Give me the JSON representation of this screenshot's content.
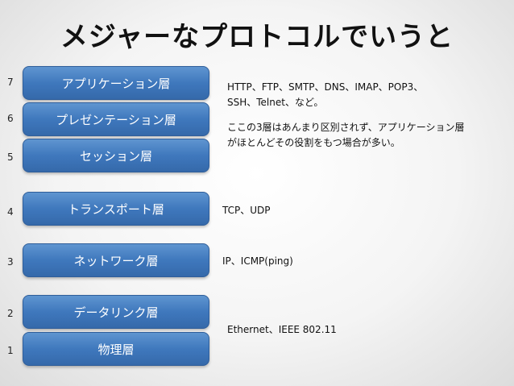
{
  "title": "メジャーなプロトコルでいうと",
  "layers": [
    {
      "num": "7",
      "name": "アプリケーション層"
    },
    {
      "num": "6",
      "name": "プレゼンテーション層"
    },
    {
      "num": "5",
      "name": "セッション層"
    },
    {
      "num": "4",
      "name": "トランスポート層"
    },
    {
      "num": "3",
      "name": "ネットワーク層"
    },
    {
      "num": "2",
      "name": "データリンク層"
    },
    {
      "num": "1",
      "name": "物理層"
    }
  ],
  "notes": {
    "upper_line1": "HTTP、FTP、SMTP、DNS、IMAP、POP3、",
    "upper_line2": "SSH、Telnet、など。",
    "upper_line3": "ここの3層はあんまり区別されず、アプリケーション層",
    "upper_line4": "がほとんどその役割をもつ場合が多い。",
    "transport": "TCP、UDP",
    "network": "IP、ICMP(ping)",
    "lower": "Ethernet、IEEE 802.11"
  }
}
